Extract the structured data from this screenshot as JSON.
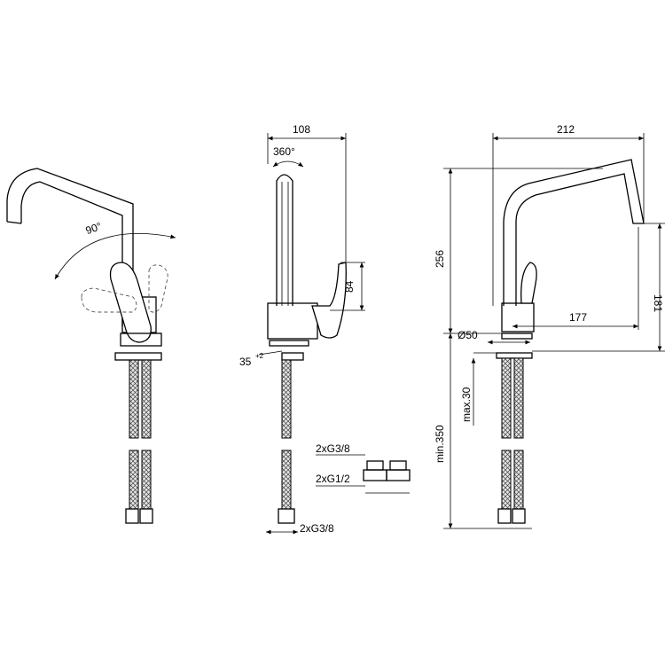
{
  "dimensions": {
    "top_width_side": "108",
    "rotation": "360°",
    "lever_angle": "90°",
    "lever_height": "84",
    "tilt_angle": "35",
    "tilt_tolerance": "+2",
    "top_width_right": "212",
    "total_height": "256",
    "spout_height": "181",
    "spout_reach": "177",
    "base_diameter": "Ø50",
    "max_thickness": "max.30",
    "hose_min": "min.350",
    "hose_thread": "2xG3/8",
    "connector_thread_a": "2xG3/8",
    "connector_thread_b": "2xG1/2"
  },
  "colors": {
    "line": "#000000",
    "hose_fill": "#bbbbbb",
    "background": "#ffffff"
  }
}
